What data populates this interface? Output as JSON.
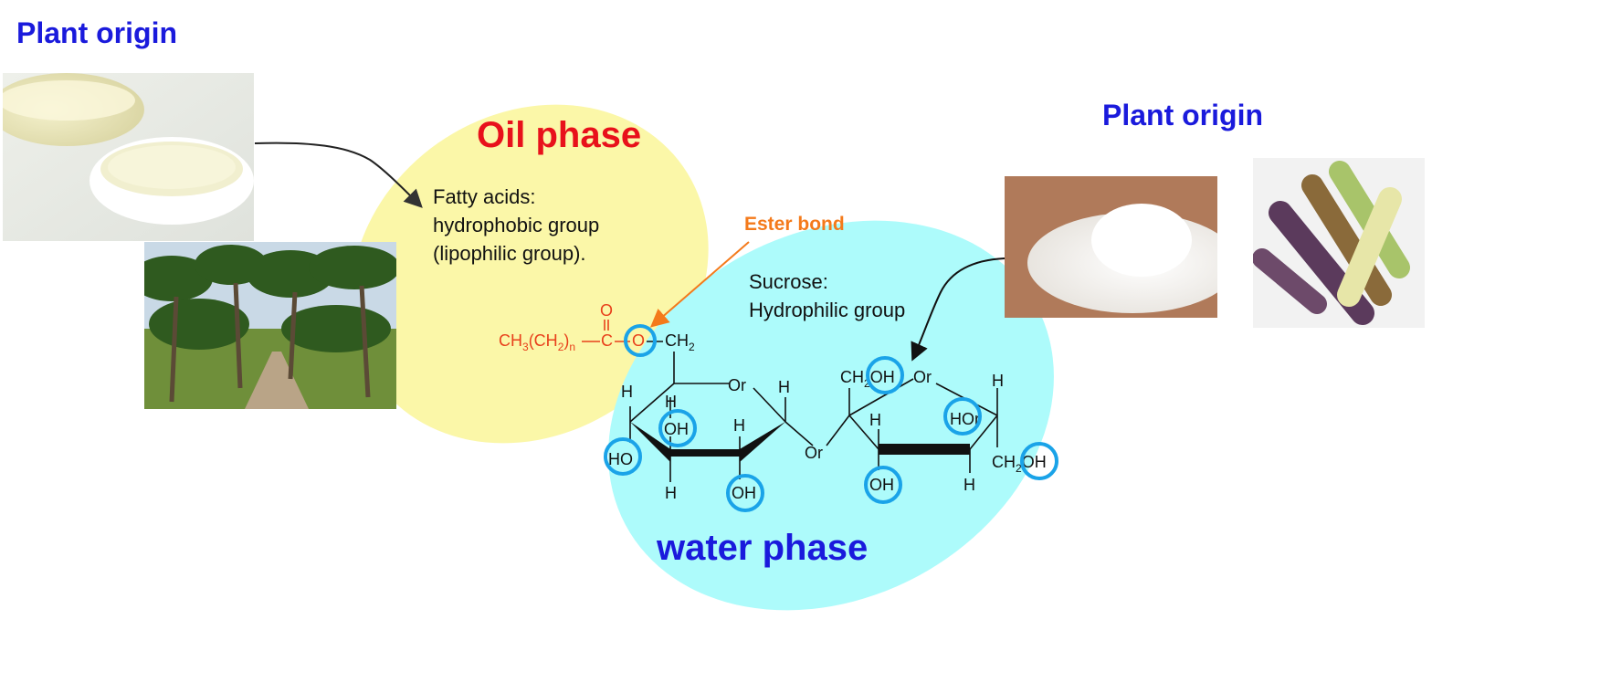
{
  "headers": {
    "left_plant_origin": "Plant origin",
    "right_plant_origin": "Plant origin"
  },
  "oil_phase": {
    "title": "Oil phase",
    "line1": "Fatty acids:",
    "line2": "hydrophobic group",
    "line3": "(lipophilic group).",
    "fill": "#fbf7a8",
    "title_color": "#e8111b"
  },
  "water_phase": {
    "title": "water phase",
    "line1": "Sucrose:",
    "line2": "Hydrophilic group",
    "fill": "#adfbfb",
    "title_color": "#1a1adc"
  },
  "ester_bond": {
    "label": "Ester bond",
    "color": "#f47a1b"
  },
  "molecule": {
    "fatty_chain": "CH",
    "sub3": "3",
    "chain_mid": "(CH",
    "sub2": "2",
    "chain_close": ")",
    "subn": "n",
    "carbon": "C",
    "carbonyl_o": "O",
    "ester_o": "O",
    "ch2_top": "CH",
    "ch2_top_sub": "2",
    "ring_o_left": "Or",
    "ring_o_bridge": "Or",
    "ring_o_right": "Or",
    "ring_o_right2": "Or",
    "h": "H",
    "oh": "OH",
    "ho": "HO",
    "ch2oh_pre": "CH",
    "ch2oh_sub": "2",
    "ch2oh_post": "OH",
    "highlight_color": "#1aa3e8"
  },
  "photos": {
    "oil_bowl": "oil-bowl-photo",
    "palm_grove": "palm-grove-photo",
    "sugar_pile": "sugar-pile-photo",
    "sugarcane": "sugarcane-photo"
  }
}
